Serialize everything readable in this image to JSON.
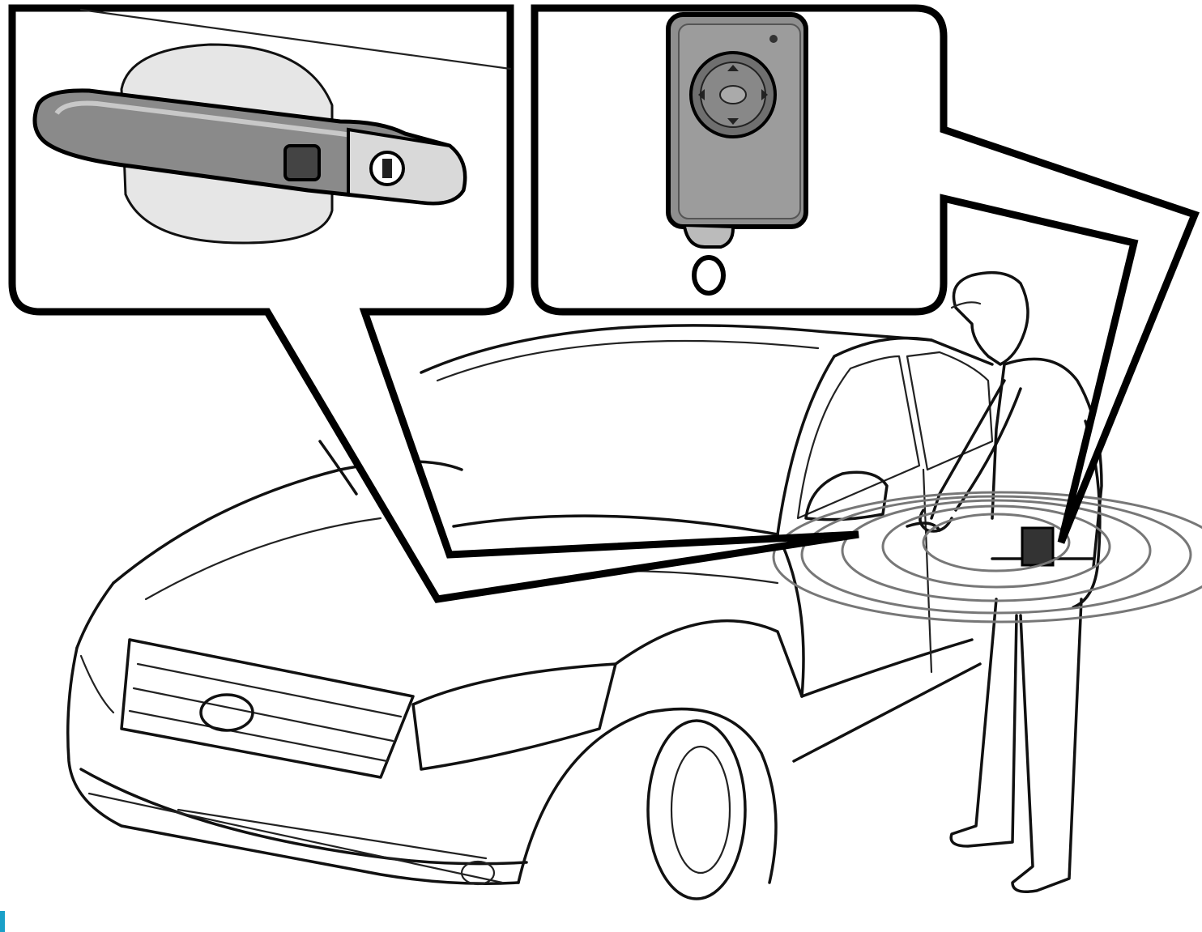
{
  "figure": {
    "panels": [
      "door-handle-detail",
      "smart-key-fob-detail"
    ],
    "subjects": [
      "car",
      "person",
      "smart-key-fob",
      "door-handle"
    ],
    "colors": {
      "line": "#111111",
      "handle_gray": "#8a8a8a",
      "fob_gray": "#8f8f8f",
      "wave_gray": "#777777",
      "background": "#ffffff",
      "corner_accent": "#1aa0c8"
    }
  }
}
